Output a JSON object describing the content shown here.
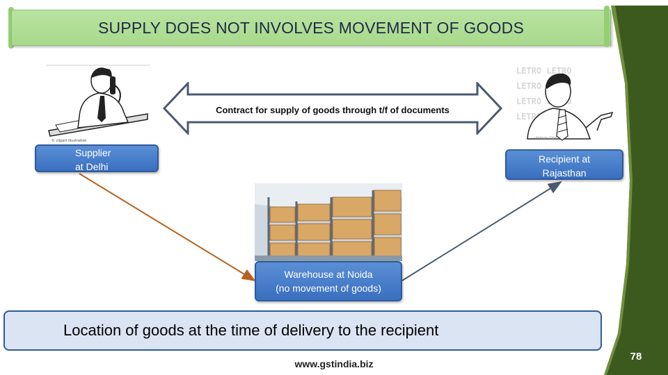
{
  "slide": {
    "title": "SUPPLY DOES NOT INVOLVES MOVEMENT OF GOODS",
    "contract_label": "Contract for supply of goods through t/f of documents",
    "supplier": {
      "line1": "Supplier",
      "line2": "at Delhi"
    },
    "recipient": {
      "line1": "Recipient at",
      "line2": "Rajasthan"
    },
    "warehouse": {
      "line1": "Warehouse at Noida",
      "line2": "(no movement of goods)"
    },
    "bottom_note": "Location of goods at the time of delivery to the recipient",
    "website": "www.gstindia.biz",
    "page_number": "78"
  },
  "colors": {
    "banner_green": "#a8d98c",
    "side_band_green": "#3d5a1e",
    "box_blue": "#4a7fcb",
    "brown_arrow": "#b8621f",
    "steel_arrow": "#4a5a70"
  },
  "icons": [
    "businessman-on-phone-illustration",
    "businessman-pointing-illustration",
    "warehouse-photo"
  ]
}
